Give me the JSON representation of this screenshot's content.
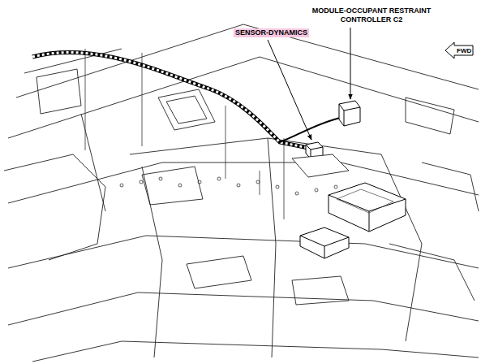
{
  "diagram": {
    "labels": [
      "SENSOR-DYNAMICS",
      "MODULE-OCCUPANT RESTRAINT CONTROLLER C2",
      "FWD"
    ]
  }
}
